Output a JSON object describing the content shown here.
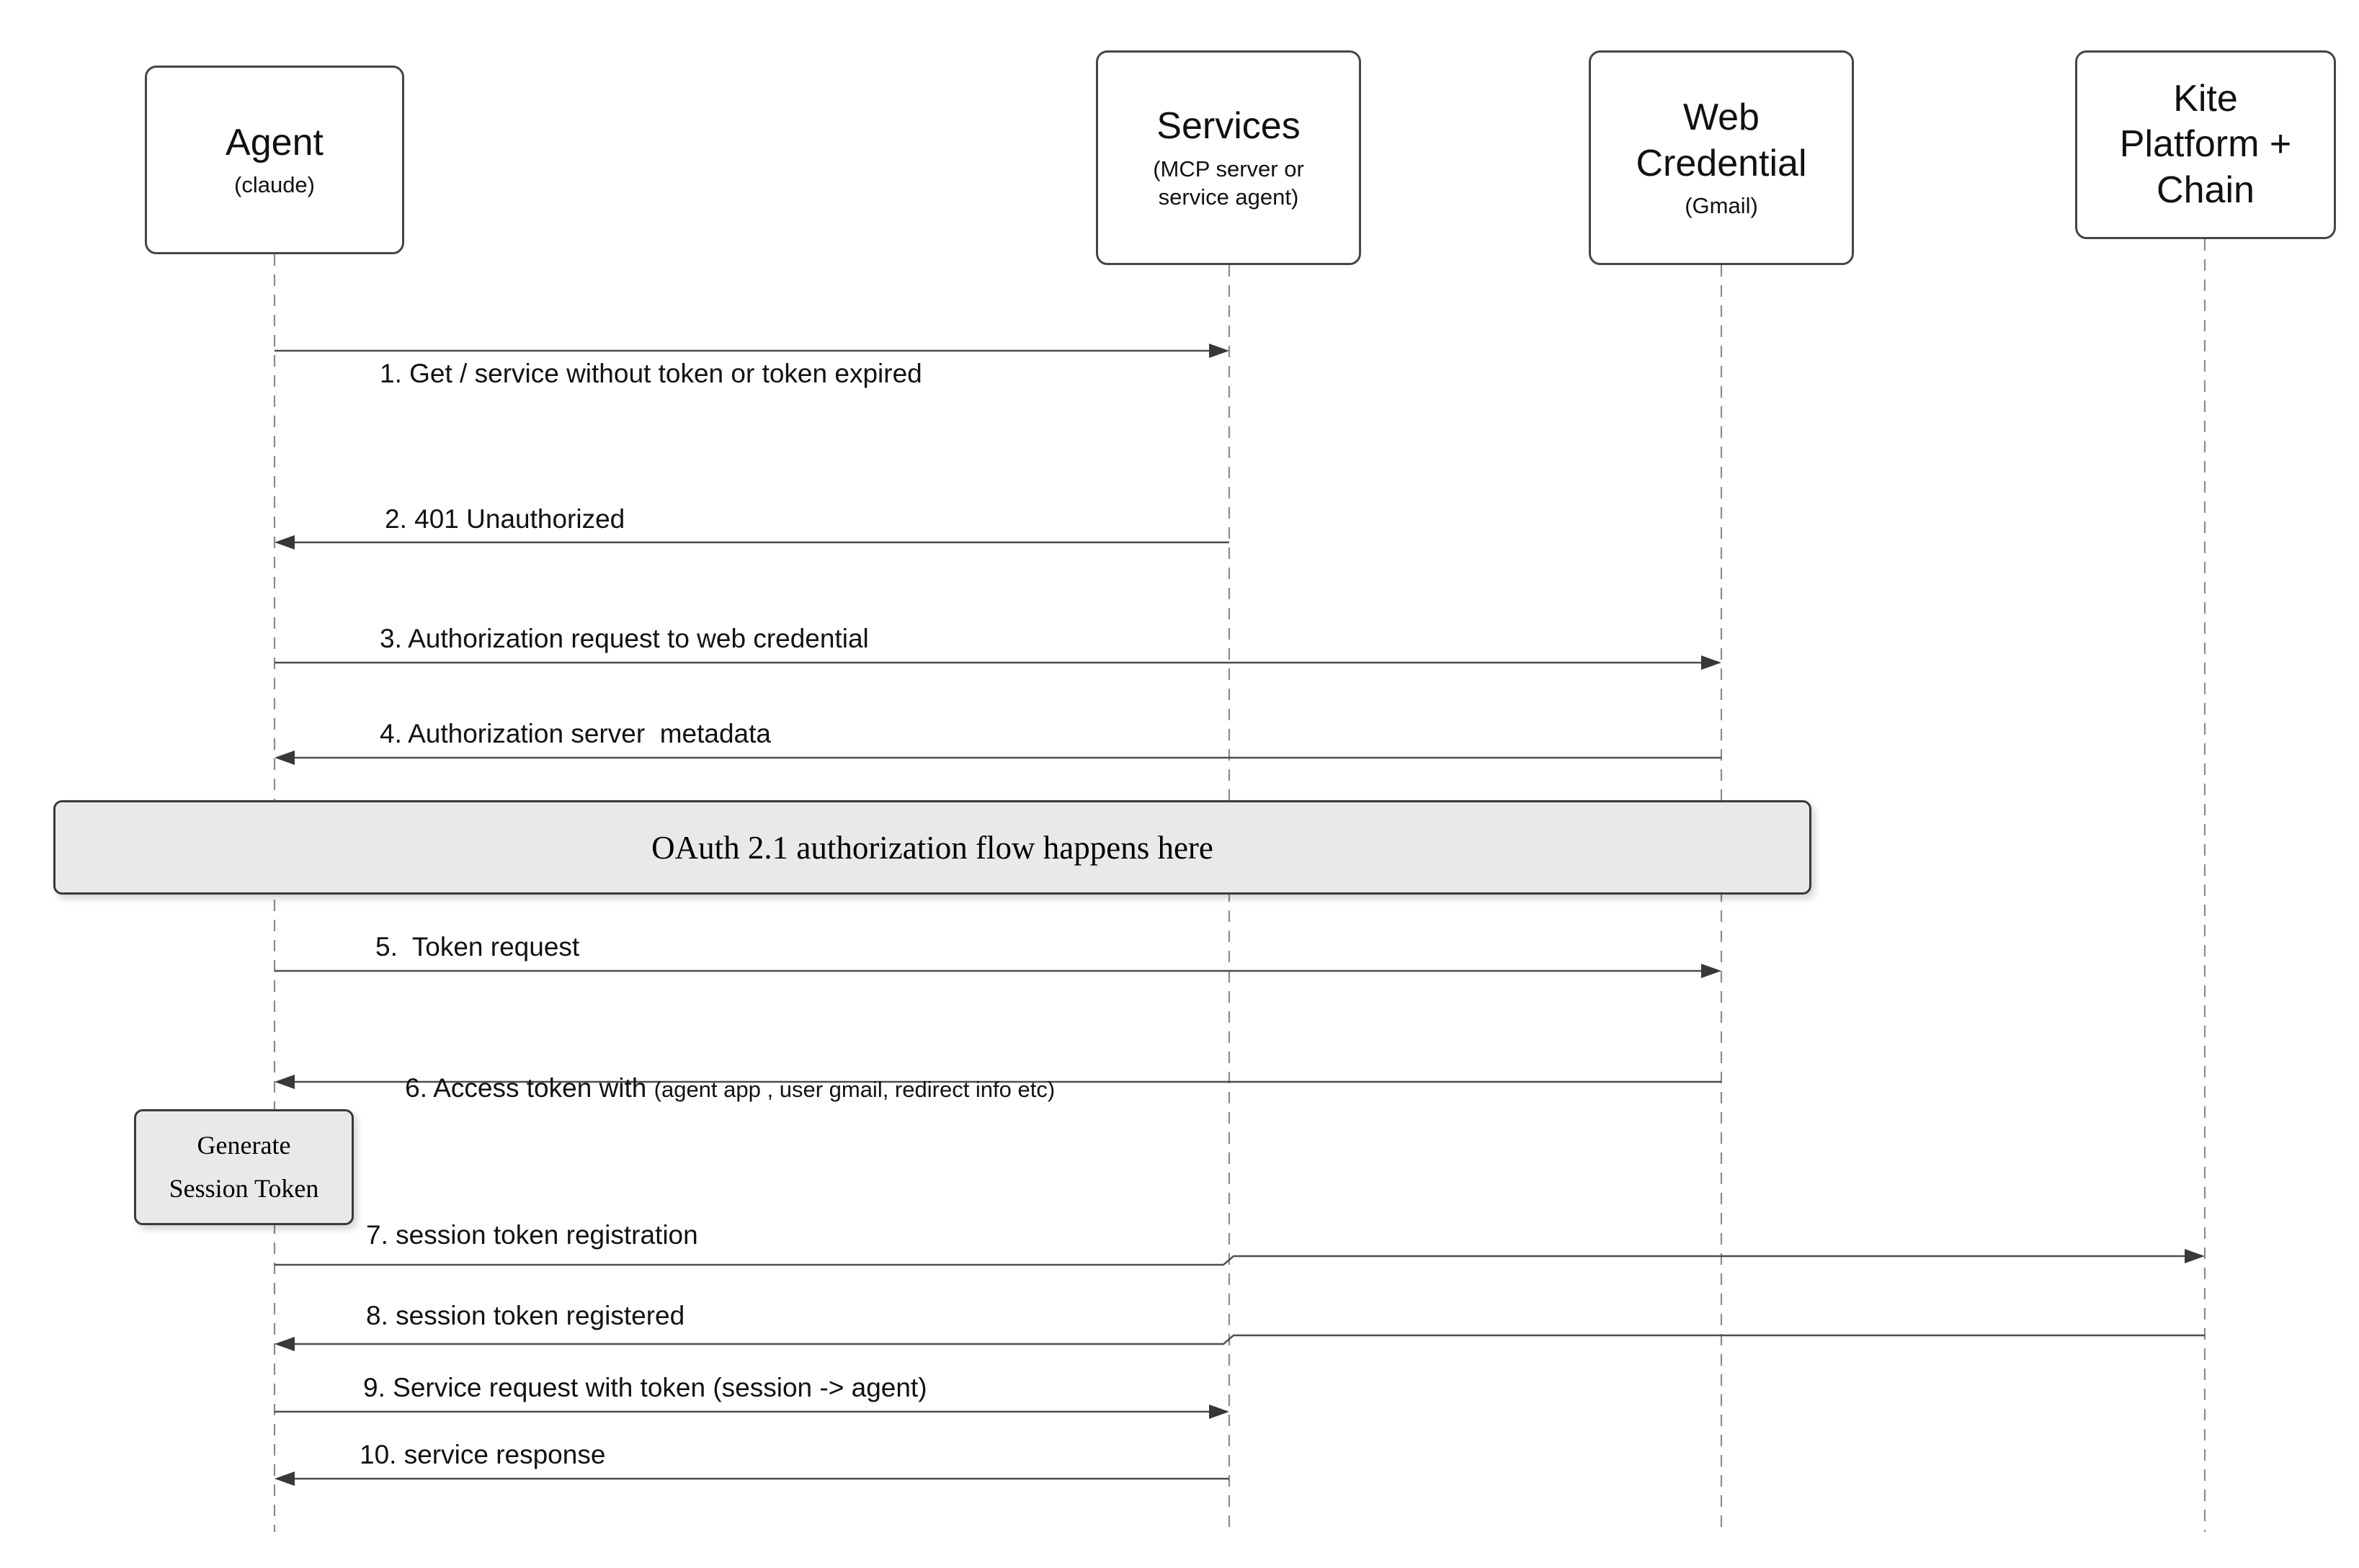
{
  "diagram": {
    "actors": {
      "agent": {
        "title": "Agent",
        "subtitle": "(claude)"
      },
      "services": {
        "title": "Services",
        "subtitle": "(MCP server or\nservice agent)"
      },
      "web_credential": {
        "title": "Web\nCredential",
        "subtitle": "(Gmail)"
      },
      "kite": {
        "title": "Kite\nPlatform +\nChain"
      }
    },
    "messages": {
      "m1": {
        "text": "1. Get / service without token or token expired",
        "from": "Agent",
        "to": "Services"
      },
      "m2": {
        "text": "2. 401 Unauthorized",
        "from": "Services",
        "to": "Agent"
      },
      "m3": {
        "text": "3. Authorization request to web credential",
        "from": "Agent",
        "to": "Web Credential"
      },
      "m4": {
        "text": "4. Authorization server  metadata",
        "from": "Web Credential",
        "to": "Agent"
      },
      "m5": {
        "text": "5.  Token request",
        "from": "Agent",
        "to": "Web Credential"
      },
      "m6": {
        "text": "6. Access token with ",
        "detail": "(agent app , user gmail, redirect info etc)",
        "from": "Web Credential",
        "to": "Agent"
      },
      "m7": {
        "text": "7. session token registration",
        "from": "Agent",
        "to": "Kite Platform + Chain"
      },
      "m8": {
        "text": "8. session token registered",
        "from": "Kite Platform + Chain",
        "to": "Agent"
      },
      "m9": {
        "text": "9. Service request with token (session -> agent)",
        "from": "Agent",
        "to": "Services"
      },
      "m10": {
        "text": "10. service response",
        "from": "Services",
        "to": "Agent"
      }
    },
    "notes": {
      "oauth": {
        "text": "OAuth 2.1 authorization flow happens here"
      },
      "session": {
        "text": "Generate\nSession Token"
      }
    },
    "colors": {
      "box_border": "#454545",
      "note_fill": "#e9e9e9",
      "lifeline": "#8c8c8c",
      "arrow": "#4d4d4d",
      "text": "#111111"
    }
  }
}
